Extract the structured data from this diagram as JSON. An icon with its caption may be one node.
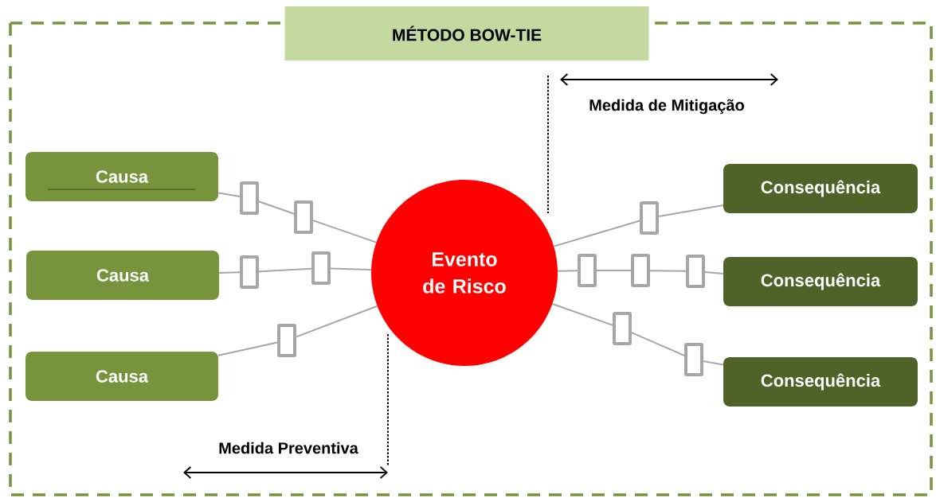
{
  "diagram": {
    "nodes": [
      {
        "text": [
          "MÉTODO BOW-TIE"
        ]
      },
      {
        "text": [
          "Causa"
        ]
      },
      {
        "text": [
          "Causa"
        ]
      },
      {
        "text": [
          "Causa"
        ]
      },
      {
        "text": [],
        "shape": "box"
      },
      {
        "text": [],
        "shape": "box"
      },
      {
        "text": [],
        "shape": "box"
      },
      {
        "text": [],
        "shape": "box"
      },
      {
        "text": [],
        "shape": "box"
      },
      {
        "text": [
          "Evento de Risco"
        ]
      },
      {
        "text": [],
        "shape": "box"
      },
      {
        "text": [],
        "shape": "box"
      },
      {
        "text": [],
        "shape": "box"
      },
      {
        "text": [],
        "shape": "box"
      },
      {
        "text": [],
        "shape": "box"
      },
      {
        "text": [],
        "shape": "box"
      },
      {
        "text": [
          "Consequência"
        ]
      },
      {
        "text": [
          "Consequência"
        ]
      },
      {
        "text": [
          "Consequência"
        ]
      }
    ],
    "edges": [
      {
        "from": 1,
        "to": 4,
        "arrow": "none"
      },
      {
        "from": 4,
        "to": 5,
        "arrow": "none"
      },
      {
        "from": 5,
        "to": 9,
        "arrow": "none"
      },
      {
        "from": 2,
        "to": 6,
        "arrow": "none"
      },
      {
        "from": 6,
        "to": 7,
        "arrow": "none"
      },
      {
        "from": 7,
        "to": 9,
        "arrow": "none"
      },
      {
        "from": 3,
        "to": 8,
        "arrow": "none"
      },
      {
        "from": 8,
        "to": 9,
        "arrow": "none"
      },
      {
        "from": 9,
        "to": 10,
        "arrow": "none"
      },
      {
        "from": 10,
        "to": 16,
        "arrow": "none"
      },
      {
        "from": 9,
        "to": 11,
        "arrow": "none"
      },
      {
        "from": 11,
        "to": 12,
        "arrow": "none"
      },
      {
        "from": 12,
        "to": 13,
        "arrow": "none"
      },
      {
        "from": 13,
        "to": 17,
        "arrow": "none"
      },
      {
        "from": 9,
        "to": 14,
        "arrow": "none"
      },
      {
        "from": 14,
        "to": 15,
        "arrow": "none"
      },
      {
        "from": 15,
        "to": 18,
        "arrow": "none"
      }
    ],
    "labels": [
      "Medida de Mitigação",
      "Medida Preventiva"
    ]
  }
}
